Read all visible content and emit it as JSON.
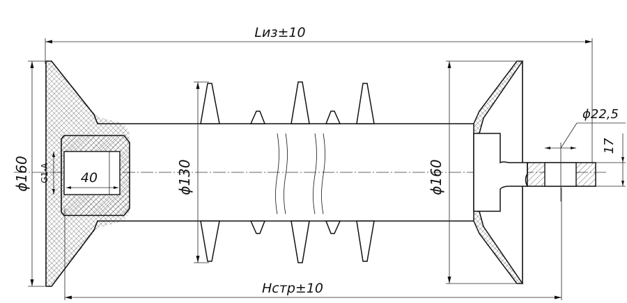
{
  "drawing": {
    "overall_length": "Lиз±10",
    "construction_height": "Нстр±10",
    "left_flange_diameter": "ϕ160",
    "shed_diameter": "ϕ130",
    "right_flange_diameter": "ϕ160",
    "eye_hole_diameter": "ϕ22,5",
    "eye_thickness": "17",
    "thread_spec": "G1-A",
    "thread_depth": "40"
  }
}
